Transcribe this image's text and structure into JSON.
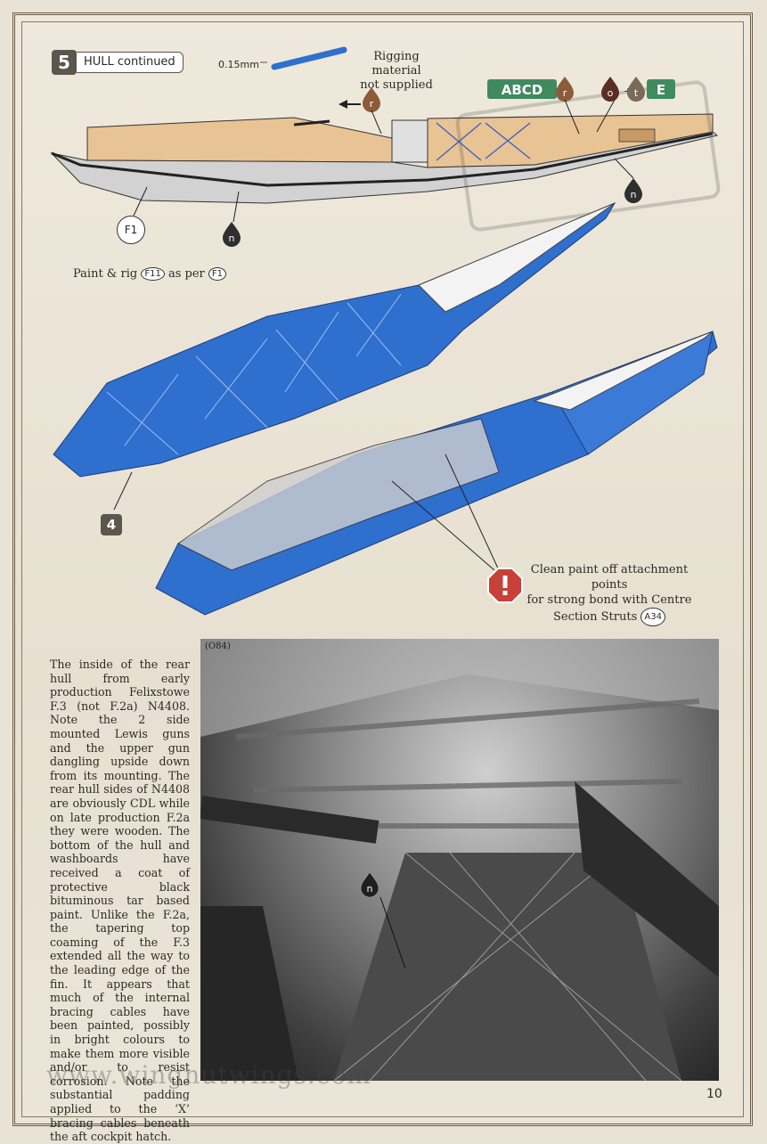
{
  "step": {
    "number": "5",
    "title": "HULL continued"
  },
  "rigging": {
    "size": "0.15mm",
    "note_line1": "Rigging material",
    "note_line2": "not supplied"
  },
  "paint_codes": {
    "group1": "ABCD",
    "r": "r",
    "o": "o",
    "plus": "+",
    "t": "t",
    "E": "E",
    "n": "n"
  },
  "colors": {
    "green_tag": "#3f8a5e",
    "brown_drop": "#8a5c3a",
    "dark_drop": "#2f2f2f",
    "blue": "#2f6fce",
    "tan": "#e8c394",
    "warning": "#c8403a"
  },
  "callouts": {
    "f1": "F1",
    "step4": "4",
    "a34": "A34"
  },
  "paint_note": {
    "prefix": "Paint & rig",
    "part1": "F11",
    "mid": "as per",
    "part2": "F1"
  },
  "warning": {
    "line1": "Clean paint off attachment points",
    "line2": "for strong bond with Centre",
    "line3": "Section Struts",
    "icon": "exclamation-icon"
  },
  "photo": {
    "tag": "(O84)",
    "label": "n"
  },
  "description": "The inside of the rear hull from early production Felixstowe F.3 (not F.2a) N4408. Note the 2 side mounted Lewis guns and the upper gun dangling upside down from its mounting. The rear hull sides of N4408 are obviously CDL while on late production F.2a they were wooden. The bottom of the hull and washboards have received a coat of protective black bituminous tar based paint. Unlike the F.2a, the tapering top coaming of the F.3 extended all the way to the leading edge of the fin. It appears that much of the internal bracing cables have been painted, possibly in bright colours to make them more visible and/or to resist corrosion. Note the substantial padding applied to the ‘X’ bracing cables beneath the aft cockpit hatch.",
  "watermark": "www.wingnutwings.com",
  "page_number": "10"
}
